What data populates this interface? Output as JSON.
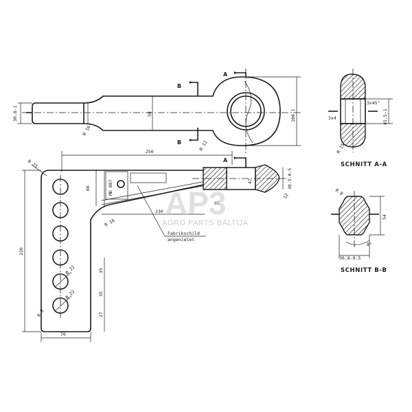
{
  "watermark": {
    "logo": "AP3",
    "tagline": "AGRO PARTS BALTIJA"
  },
  "section_labels": {
    "a": "A",
    "b": "B",
    "schnitt_aa": "SCHNITT A-A",
    "schnitt_bb": "SCHNITT B-B"
  },
  "plate": {
    "line1": "Fabrikschild",
    "line2": "angenietet"
  },
  "dimensions": {
    "d_side_height": "30.8-1",
    "d_center": "58",
    "d_r16": "R 16",
    "d_r12": "R 12",
    "d_eye_height": "100-1",
    "d_length_top": "250",
    "d_r25": "R 25",
    "d_h66": "66",
    "d_230": "230",
    "d_85": "85",
    "d_r16b": "R 16",
    "d_height_total": "220",
    "d_d22a": "Ø 22",
    "d_d22b": "Ø 22",
    "d_35a": "35",
    "d_35b": "35",
    "d_27": "27",
    "d_r8": "R 8",
    "d_width_bottom": "70",
    "d_nose": "30.5-0.5",
    "d_nose_r": "12",
    "d_aa_chamfer": "3x45°",
    "d_aa_inner": "45.5-1",
    "d_aa_small": "3x4",
    "d_aa_r": "R 15",
    "d_bb_r": "R 8",
    "d_bb_h": "54",
    "d_bb_w": "30.8-0.5",
    "d_bb_angle": "8°",
    "part_no": "MD 887"
  }
}
